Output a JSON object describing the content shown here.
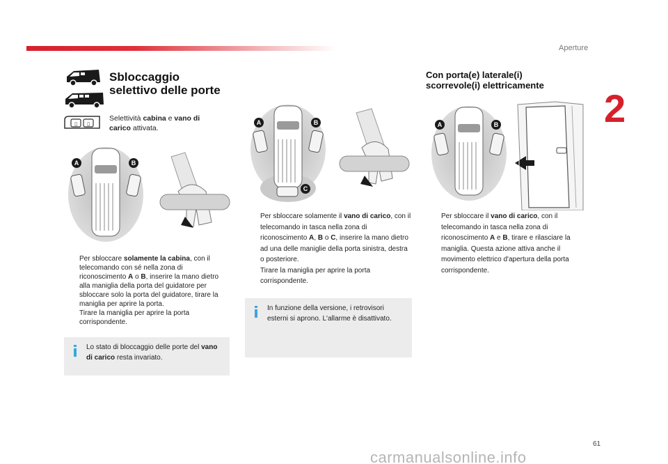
{
  "header": {
    "section": "Aperture",
    "chapter": "2"
  },
  "left": {
    "title_line1": "Sbloccaggio",
    "title_line2": "selettivo delle porte",
    "intro": {
      "t1": "Selettività ",
      "b1": "cabina",
      "t2": " e ",
      "b2": "vano di carico",
      "t3": " attivata."
    },
    "bullet1": {
      "t1": "Per sbloccare ",
      "b1": "solamente la cabina",
      "t2": ", con il telecomando con sé nella zona di riconoscimento ",
      "b2": "A",
      "t3": " o ",
      "b3": "B",
      "t4": ", inserire la mano dietro alla maniglia della porta del guidatore per sbloccare solo la porta del guidatore, tirare la maniglia per aprire la porta."
    },
    "bullet2": "Tirare la maniglia per aprire la porta corrispondente.",
    "info": {
      "t1": "Lo stato di bloccaggio delle porte del ",
      "b1": "vano di carico",
      "t2": " resta invariato."
    }
  },
  "middle": {
    "bullet1": {
      "t1": "Per sbloccare solamente il ",
      "b1": "vano di carico",
      "t2": ", con il telecomando in tasca nella zona di riconoscimento ",
      "b2": "A",
      "t3": ", ",
      "b3": "B",
      "t4": " o ",
      "b4": "C",
      "t5": ", inserire la mano dietro ad una delle maniglie della porta sinistra, destra o posteriore."
    },
    "bullet2": "Tirare la maniglia per aprire la porta corrispondente.",
    "info": "In funzione della versione, i retrovisori esterni si aprono. L'allarme è disattivato."
  },
  "right": {
    "title_line1": "Con porta(e) laterale(i)",
    "title_line2": "scorrevole(i) elettricamente",
    "bullet1": {
      "t1": "Per sbloccare il ",
      "b1": "vano di carico",
      "t2": ", con il telecomando in tasca nella zona di riconoscimento ",
      "b2": "A",
      "t3": " e ",
      "b3": "B",
      "t4": ", tirare e rilasciare la maniglia. Questa azione attiva anche il movimento elettrico d'apertura della porta corrispondente."
    }
  },
  "figure_labels": {
    "a": "A",
    "b": "B",
    "c": "C"
  },
  "bullet_symbol": "",
  "footer": {
    "page": "61",
    "watermark": "carmanualsonline.info"
  },
  "colors": {
    "accent": "#d6202c",
    "info_icon": "#3aa6dd",
    "box_bg": "#ececec"
  }
}
